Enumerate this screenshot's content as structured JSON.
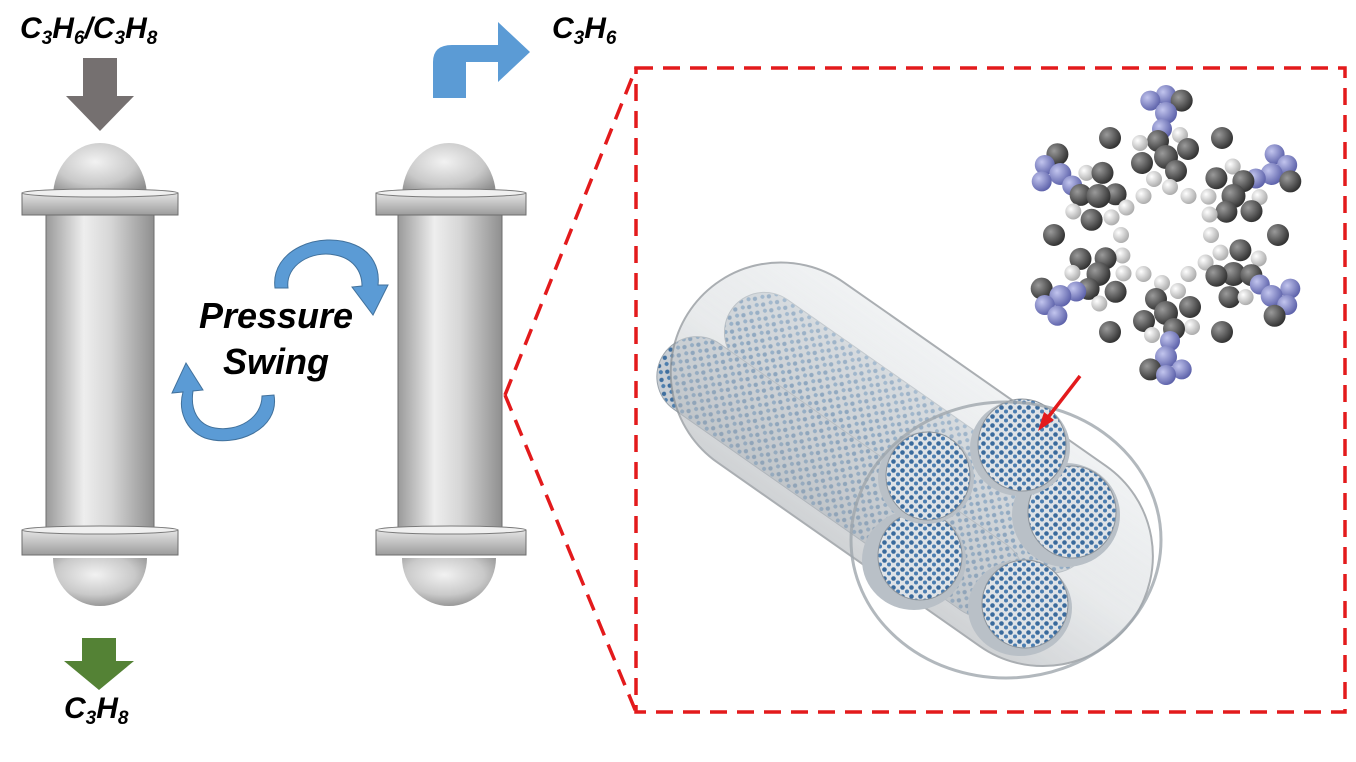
{
  "labels": {
    "feed": [
      "C",
      "3",
      "H",
      "6",
      "/C",
      "3",
      "H",
      "8"
    ],
    "product_top": [
      "C",
      "3",
      "H",
      "6"
    ],
    "product_bottom": [
      "C",
      "3",
      "H",
      "8"
    ],
    "pressure": "Pressure",
    "swing": "Swing"
  },
  "colors": {
    "feed_arrow": "#757070",
    "bottom_arrow": "#548235",
    "top_arrow": "#5b9bd5",
    "swing_arrows": "#5b9bd5",
    "zoom_box": "#e31a1c",
    "pointer_arrow": "#e31a1c",
    "column_metal": "#cfcfcf",
    "fiber_dots": "#3f6f9f",
    "atom_carbon": "#4a4a4a",
    "atom_nitrogen": "#7e82c8",
    "atom_hydrogen": "#e6e6e6"
  },
  "icons": {
    "feed_arrow": "down-arrow-icon",
    "bottom_arrow": "down-arrow-icon",
    "top_arrow": "bent-right-arrow-icon",
    "swing_arrows": "circular-arrows-icon",
    "pointer_arrow": "pointer-arrow-icon"
  }
}
